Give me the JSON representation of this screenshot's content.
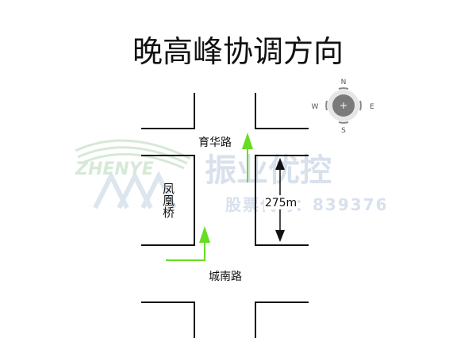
{
  "title": "晚高峰协调方向",
  "roads": {
    "north_road": "育华路",
    "south_road": "城南路",
    "west_road": "凤凰桥"
  },
  "distance": {
    "label": "275m",
    "value": 275,
    "unit": "m"
  },
  "compass": {
    "north": "N",
    "east": "E",
    "south": "S",
    "west": "W",
    "icon": "compass-icon"
  },
  "arrows": {
    "color": "#66dd22",
    "icons": [
      "up-arrow-icon",
      "up-arrow-icon"
    ]
  },
  "watermark": {
    "logo_text": "ZHENYE",
    "main_text": "振业优控",
    "sub_text": "股票代码：839376",
    "color": "#d8e1ec"
  }
}
